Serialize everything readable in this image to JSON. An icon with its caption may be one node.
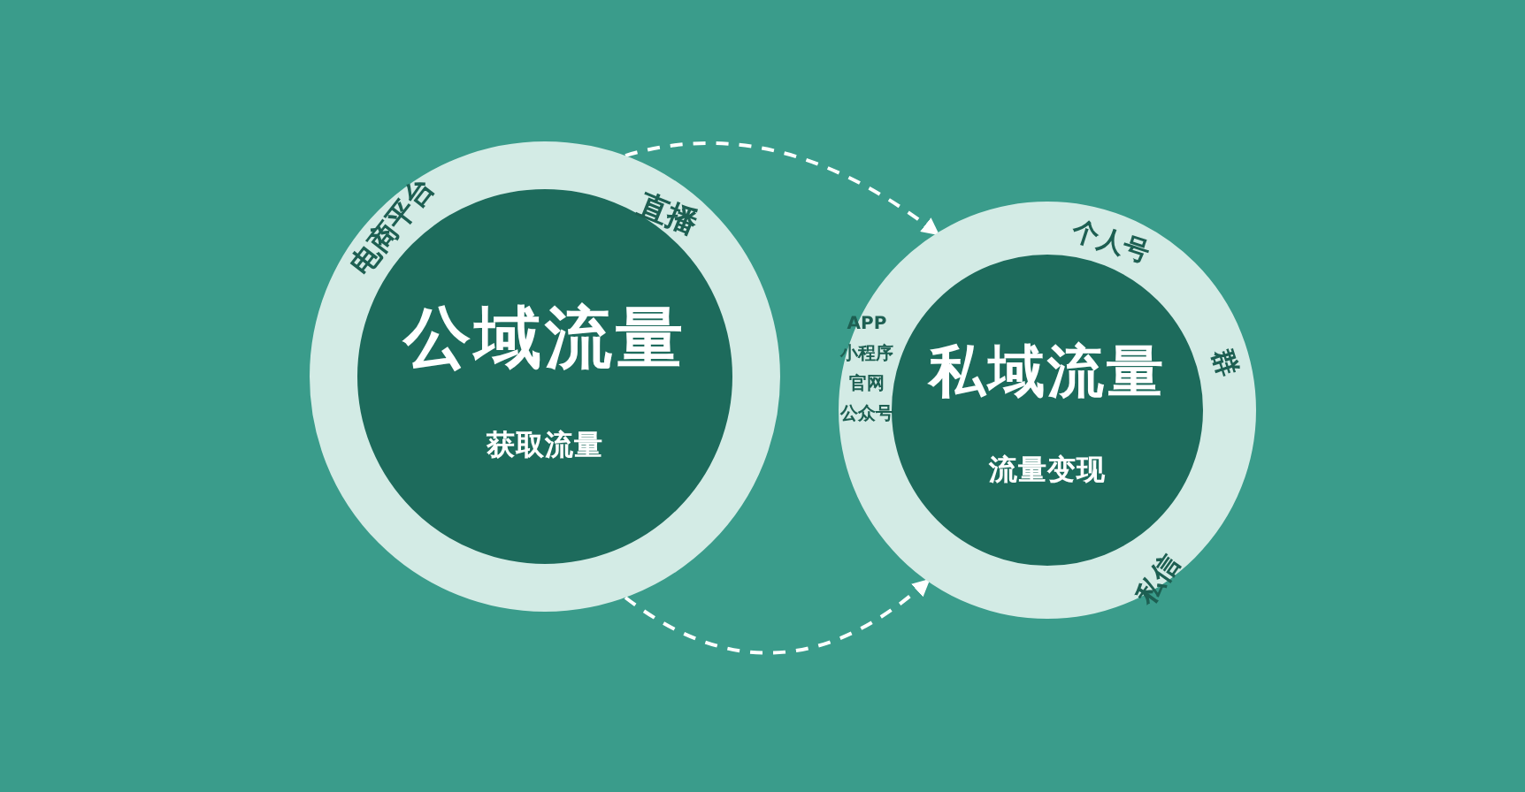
{
  "diagram": {
    "nodes": [
      {
        "text": [
          "公域流量",
          "获取流量"
        ]
      },
      {
        "text": [
          "私域流量",
          "流量变现"
        ]
      }
    ],
    "edges": [
      {
        "from": 0,
        "to": 1,
        "arrow": "to",
        "style": "dashed"
      },
      {
        "from": 0,
        "to": 1,
        "arrow": "to",
        "style": "dashed"
      }
    ],
    "labels": [
      "直播",
      "电商平台",
      "个人号",
      "群",
      "私信",
      "APP",
      "小程序",
      "官网",
      "公众号"
    ]
  }
}
